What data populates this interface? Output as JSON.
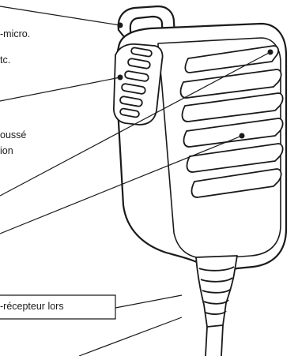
{
  "labels": {
    "clip_text": "-micro.",
    "clip_text_2": "tc.",
    "ptt_text": "oussé",
    "ptt_text_2": "ion",
    "cable_text": "-récepteur lors"
  },
  "colors": {
    "outline": "#1a1a1a",
    "body_fill": "#ffffff",
    "callout_line": "#1a1a1a"
  }
}
